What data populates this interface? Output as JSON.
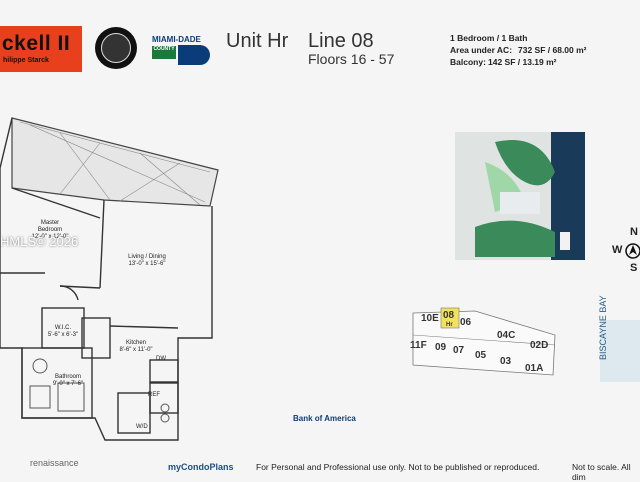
{
  "header": {
    "brand_name": "ckell II",
    "brand_sub": "hilippe Starck",
    "seal_label": "",
    "county_top": "MIAMI-DADE",
    "county_bottom": "COUNTY",
    "unit": "Unit Hr",
    "line": "Line 08",
    "floors": "Floors 16 - 57"
  },
  "specs": {
    "bed_bath": "1 Bedroom / 1 Bath",
    "area_label": "Area under AC:",
    "area_value": "732 SF / 68.00 m²",
    "balcony_label": "Balcony:",
    "balcony_value": "142 SF / 13.19 m²"
  },
  "rooms": {
    "master": [
      "Master",
      "Bedroom",
      "12'-0\" x 12'-0\""
    ],
    "living": [
      "Living / Dining",
      "13'-0\" x 15'-6\""
    ],
    "wic": [
      "W.I.C.",
      "5'-6\" x 6'-3\""
    ],
    "kitchen": [
      "Kitchen",
      "8'-6\" x 11'-0\""
    ],
    "bathroom": [
      "Bathroom",
      "9'-0\" x 7'-6\""
    ],
    "dw": "DW",
    "ref": "REF",
    "wd": "W/D"
  },
  "watermark": "HMLS© 2026",
  "compass": {
    "n": "N",
    "w": "W",
    "s": "S"
  },
  "keyplan": {
    "units_top": [
      "10E",
      "08",
      "06",
      "04C",
      "02D"
    ],
    "units_bottom": [
      "11F",
      "09",
      "07",
      "05",
      "03",
      "01A"
    ],
    "highlight": "08",
    "highlight_sub": "Hr"
  },
  "bay": "BISCAYNE BAY",
  "bank": "Bank of America",
  "footer": {
    "developer": "renaissance",
    "mycondo": "myCondoPlans",
    "disclaimer": "For Personal and Professional use only.  Not to be published or reproduced.",
    "scale": "Not to scale.  All dim"
  },
  "colors": {
    "brand": "#e8401c",
    "highlight": "#f2e15c",
    "water": "#1a3a5a",
    "grass": "#3a8a5a"
  }
}
